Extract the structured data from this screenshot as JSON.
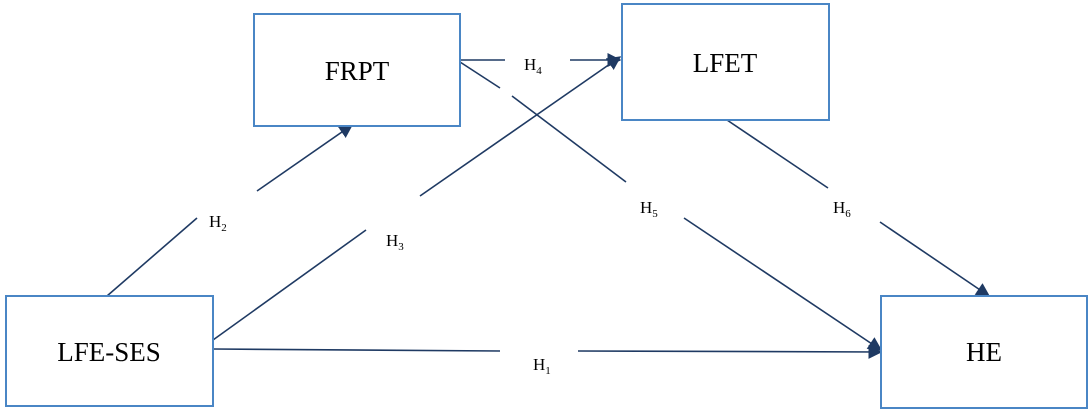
{
  "colors": {
    "box_border": "#4a86c5",
    "arrow": "#1f3a63"
  },
  "nodes": {
    "frpt": "FRPT",
    "lfet": "LFET",
    "lfe_ses": "LFE-SES",
    "he": "HE"
  },
  "hypotheses": {
    "h1": {
      "letter": "H",
      "sub": "1"
    },
    "h2": {
      "letter": "H",
      "sub": "2"
    },
    "h3": {
      "letter": "H",
      "sub": "3"
    },
    "h4": {
      "letter": "H",
      "sub": "4"
    },
    "h5": {
      "letter": "H",
      "sub": "5"
    },
    "h6": {
      "letter": "H",
      "sub": "6"
    }
  }
}
